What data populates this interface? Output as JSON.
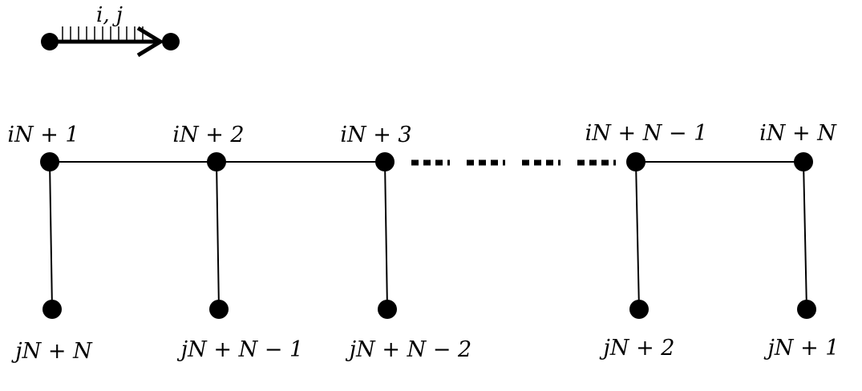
{
  "legend": {
    "label": "i, j"
  },
  "top_nodes": [
    {
      "label": "iN + 1"
    },
    {
      "label": "iN + 2"
    },
    {
      "label": "iN + 3"
    },
    {
      "label": "iN + N − 1"
    },
    {
      "label": "iN + N"
    }
  ],
  "bottom_nodes": [
    {
      "label": "jN + N"
    },
    {
      "label": "jN + N − 1"
    },
    {
      "label": "jN + N − 2"
    },
    {
      "label": "jN + 2"
    },
    {
      "label": "jN + 1"
    }
  ],
  "colors": {
    "stroke": "#000000",
    "node": "#000000",
    "background": "#ffffff"
  }
}
